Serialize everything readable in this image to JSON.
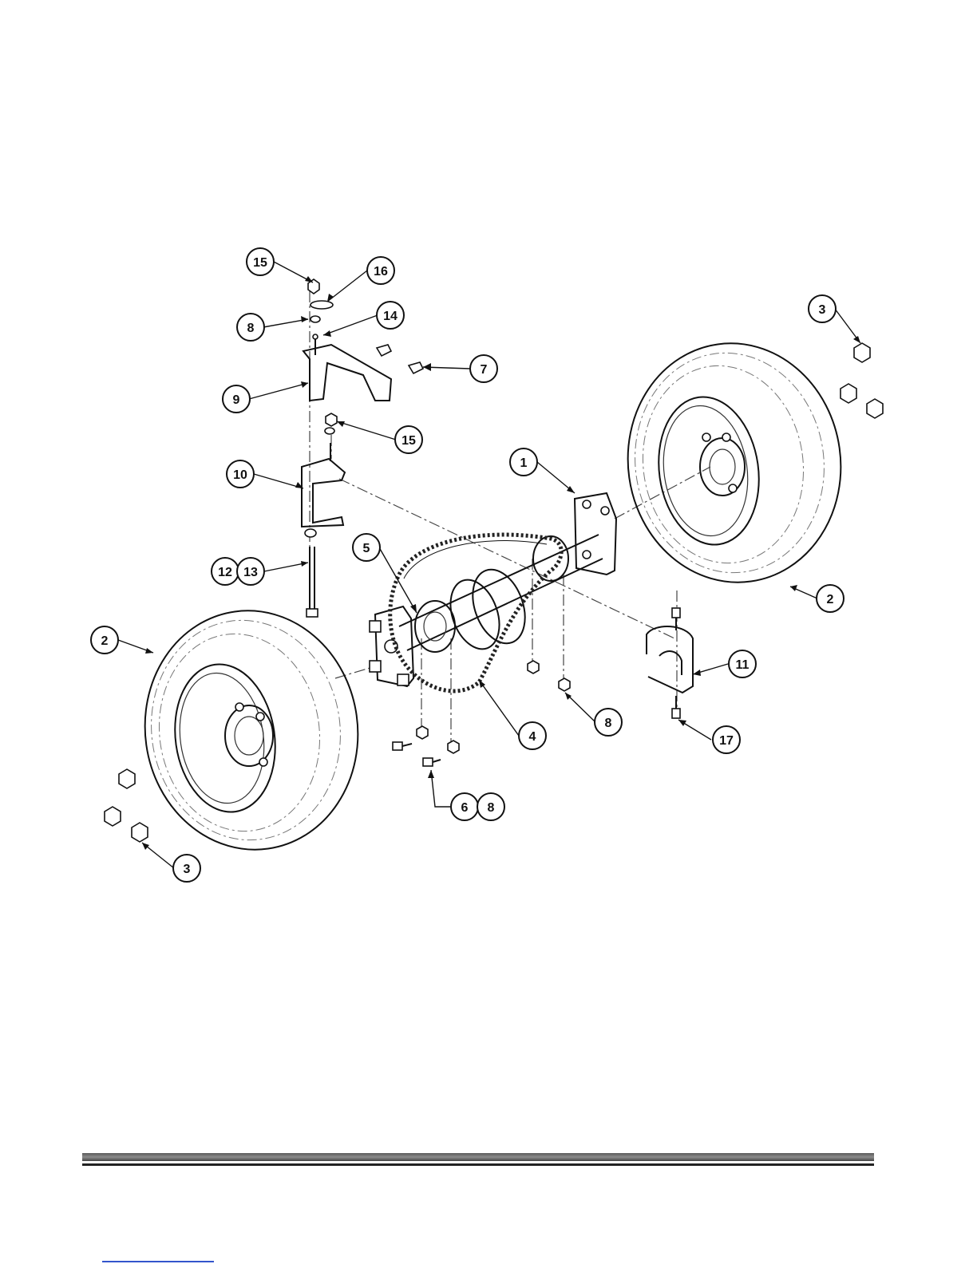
{
  "callouts": [
    {
      "id": "c15a",
      "label": "15"
    },
    {
      "id": "c16",
      "label": "16"
    },
    {
      "id": "c8a",
      "label": "8"
    },
    {
      "id": "c14",
      "label": "14"
    },
    {
      "id": "c7",
      "label": "7"
    },
    {
      "id": "c9",
      "label": "9"
    },
    {
      "id": "c15b",
      "label": "15"
    },
    {
      "id": "c10",
      "label": "10"
    },
    {
      "id": "c12",
      "label": "12"
    },
    {
      "id": "c13",
      "label": "13"
    },
    {
      "id": "c5",
      "label": "5"
    },
    {
      "id": "c1",
      "label": "1"
    },
    {
      "id": "c3a",
      "label": "3"
    },
    {
      "id": "c2a",
      "label": "2"
    },
    {
      "id": "c2b",
      "label": "2"
    },
    {
      "id": "c11",
      "label": "11"
    },
    {
      "id": "c4",
      "label": "4"
    },
    {
      "id": "c8b",
      "label": "8"
    },
    {
      "id": "c17",
      "label": "17"
    },
    {
      "id": "c6",
      "label": "6"
    },
    {
      "id": "c8c",
      "label": "8"
    },
    {
      "id": "c3b",
      "label": "3"
    }
  ],
  "colors": {
    "line": "#111111",
    "rule": "#5a5a5a",
    "link": "#3355cc"
  }
}
